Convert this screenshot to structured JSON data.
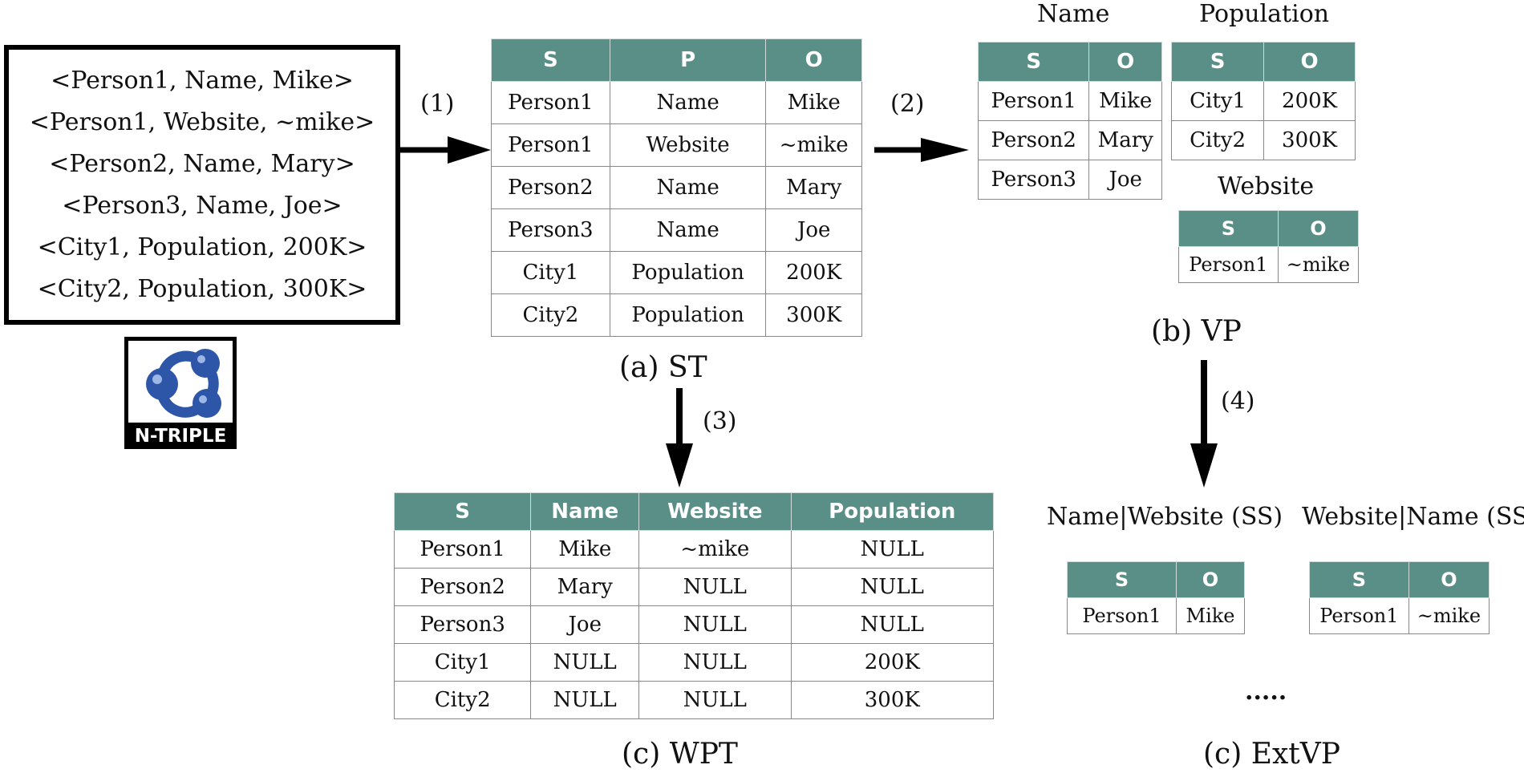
{
  "triples": [
    "<Person1, Name, Mike>",
    "<Person1, Website, ~mike>",
    "<Person2, Name, Mary>",
    "<Person3, Name, Joe>",
    "<City1, Population, 200K>",
    "<City2, Population, 300K>"
  ],
  "logo_text": "N-TRIPLE",
  "steps": {
    "s1": "(1)",
    "s2": "(2)",
    "s3": "(3)",
    "s4": "(4)"
  },
  "st": {
    "caption": "(a) ST",
    "headers": [
      "S",
      "P",
      "O"
    ],
    "rows": [
      [
        "Person1",
        "Name",
        "Mike"
      ],
      [
        "Person1",
        "Website",
        "~mike"
      ],
      [
        "Person2",
        "Name",
        "Mary"
      ],
      [
        "Person3",
        "Name",
        "Joe"
      ],
      [
        "City1",
        "Population",
        "200K"
      ],
      [
        "City2",
        "Population",
        "300K"
      ]
    ]
  },
  "vp": {
    "caption": "(b) VP",
    "name": {
      "title": "Name",
      "headers": [
        "S",
        "O"
      ],
      "rows": [
        [
          "Person1",
          "Mike"
        ],
        [
          "Person2",
          "Mary"
        ],
        [
          "Person3",
          "Joe"
        ]
      ]
    },
    "population": {
      "title": "Population",
      "headers": [
        "S",
        "O"
      ],
      "rows": [
        [
          "City1",
          "200K"
        ],
        [
          "City2",
          "300K"
        ]
      ]
    },
    "website": {
      "title": "Website",
      "headers": [
        "S",
        "O"
      ],
      "rows": [
        [
          "Person1",
          "~mike"
        ]
      ]
    }
  },
  "wpt": {
    "caption": "(c) WPT",
    "headers": [
      "S",
      "Name",
      "Website",
      "Population"
    ],
    "rows": [
      [
        "Person1",
        "Mike",
        "~mike",
        "NULL"
      ],
      [
        "Person2",
        "Mary",
        "NULL",
        "NULL"
      ],
      [
        "Person3",
        "Joe",
        "NULL",
        "NULL"
      ],
      [
        "City1",
        "NULL",
        "NULL",
        "200K"
      ],
      [
        "City2",
        "NULL",
        "NULL",
        "300K"
      ]
    ]
  },
  "extvp": {
    "caption": "(c) ExtVP",
    "ellipsis": ".....",
    "name_website": {
      "title": "Name|Website (SS)",
      "headers": [
        "S",
        "O"
      ],
      "rows": [
        [
          "Person1",
          "Mike"
        ]
      ]
    },
    "website_name": {
      "title": "Website|Name (SS)",
      "headers": [
        "S",
        "O"
      ],
      "rows": [
        [
          "Person1",
          "~mike"
        ]
      ]
    }
  }
}
